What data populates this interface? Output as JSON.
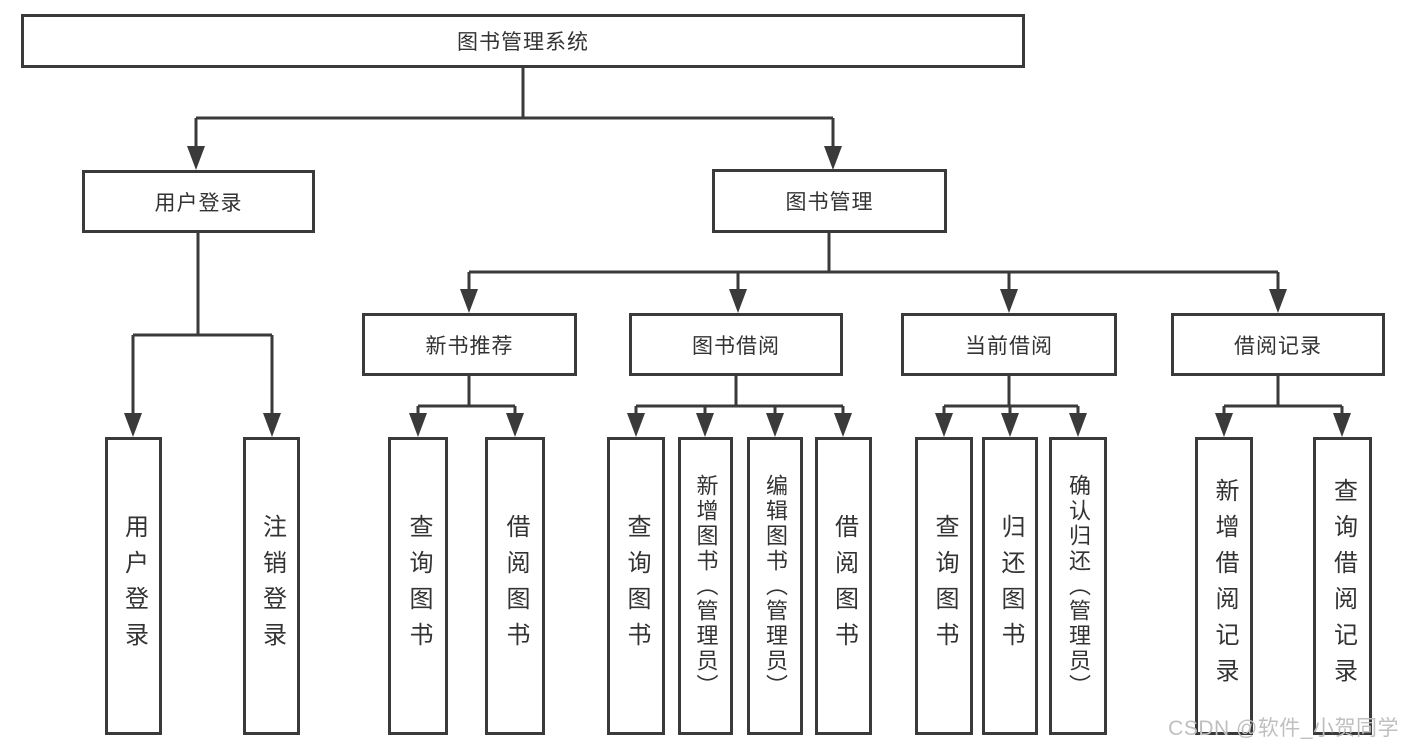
{
  "tree": {
    "root": {
      "label": "图书管理系统",
      "children": [
        {
          "label": "用户登录",
          "children": [
            {
              "label": "用户登录"
            },
            {
              "label": "注销登录"
            }
          ]
        },
        {
          "label": "图书管理",
          "children": [
            {
              "label": "新书推荐",
              "children": [
                {
                  "label": "查询图书"
                },
                {
                  "label": "借阅图书"
                }
              ]
            },
            {
              "label": "图书借阅",
              "children": [
                {
                  "label": "查询图书"
                },
                {
                  "label": "新增图书（管理员）"
                },
                {
                  "label": "编辑图书（管理员）"
                },
                {
                  "label": "借阅图书"
                }
              ]
            },
            {
              "label": "当前借阅",
              "children": [
                {
                  "label": "查询图书"
                },
                {
                  "label": "归还图书"
                },
                {
                  "label": "确认归还（管理员）"
                }
              ]
            },
            {
              "label": "借阅记录",
              "children": [
                {
                  "label": "新增借阅记录"
                },
                {
                  "label": "查询借阅记录"
                }
              ]
            }
          ]
        }
      ]
    }
  },
  "colors": {
    "line": "#3a3a3a",
    "text": "#333333",
    "watermark": "#bfbfbf"
  },
  "watermark": {
    "text": "CSDN @软件_小贺同学"
  }
}
